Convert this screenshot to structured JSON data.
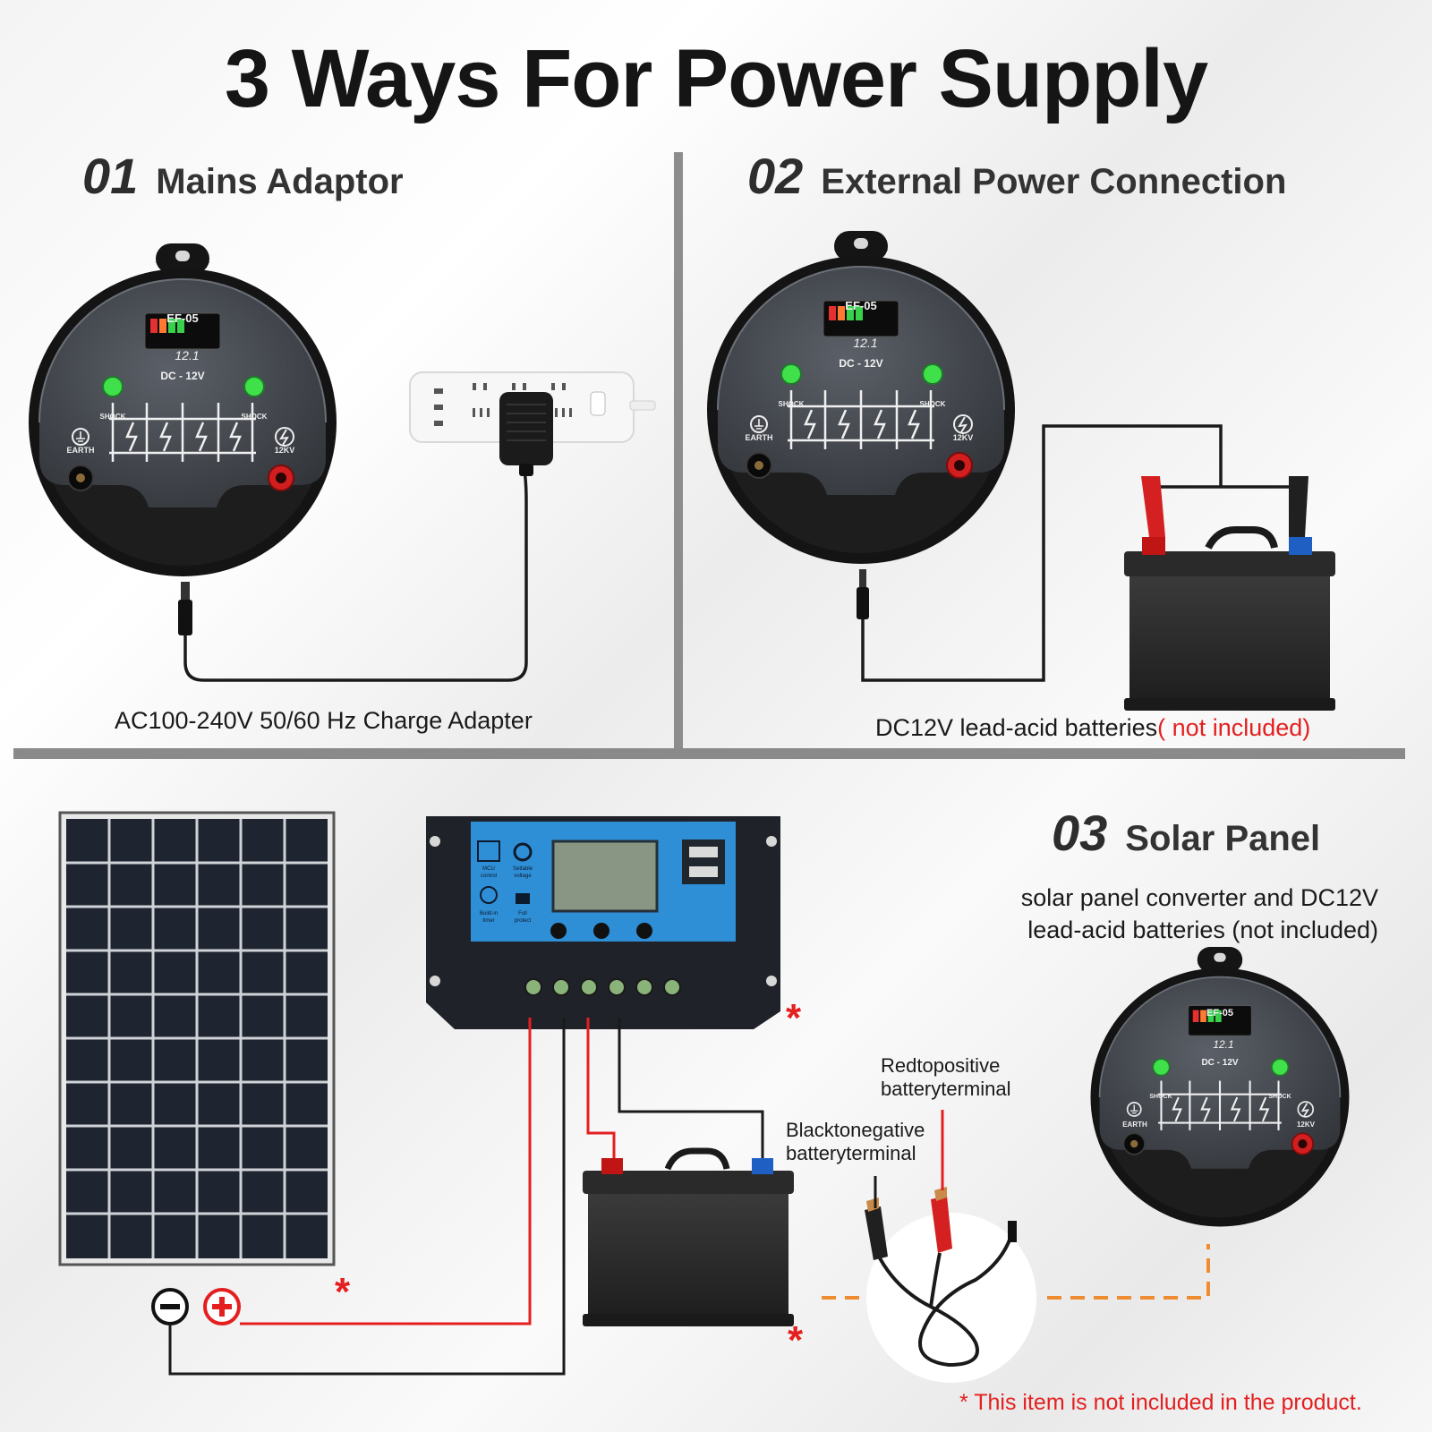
{
  "title": "3 Ways For Power Supply",
  "sections": [
    {
      "num": "01",
      "name": "Mains Adaptor",
      "caption": "AC100-240V 50/60 Hz Charge Adapter"
    },
    {
      "num": "02",
      "name": "External Power Connection",
      "caption": "DC12V lead-acid batteries",
      "caption_red": "( not included)"
    },
    {
      "num": "03",
      "name": "Solar Panel",
      "caption_line1": "solar panel converter and DC12V",
      "caption_line2": "lead-acid batteries (not included)"
    }
  ],
  "device": {
    "model": "EF-05",
    "reading": "12.1",
    "voltage": "DC - 12V",
    "shock_label": "SHOCK",
    "earth_label": "EARTH",
    "kv_label": "12KV"
  },
  "controller": {
    "icons": [
      {
        "name": "chip-icon",
        "label1": "MCU",
        "label2": "control"
      },
      {
        "name": "gear-icon",
        "label1": "Settable",
        "label2": "voltage"
      },
      {
        "name": "clock-icon",
        "label1": "Build-in",
        "label2": "timer"
      },
      {
        "name": "lock-icon",
        "label1": "Full",
        "label2": "protect"
      }
    ]
  },
  "labels": {
    "red_terminal_line1": "Redtopositive",
    "red_terminal_line2": "batteryterminal",
    "black_terminal_line1": "Blacktonegative",
    "black_terminal_line2": "batteryterminal",
    "not_included_mark": "*",
    "footnote": "This item is not included in the product."
  },
  "colors": {
    "wire_red": "#e41f1f",
    "wire_black": "#1a1a1a",
    "dashed_orange": "#ef8c32",
    "controller_blue": "#2f8fd6",
    "led_green": "#3fe04a"
  }
}
